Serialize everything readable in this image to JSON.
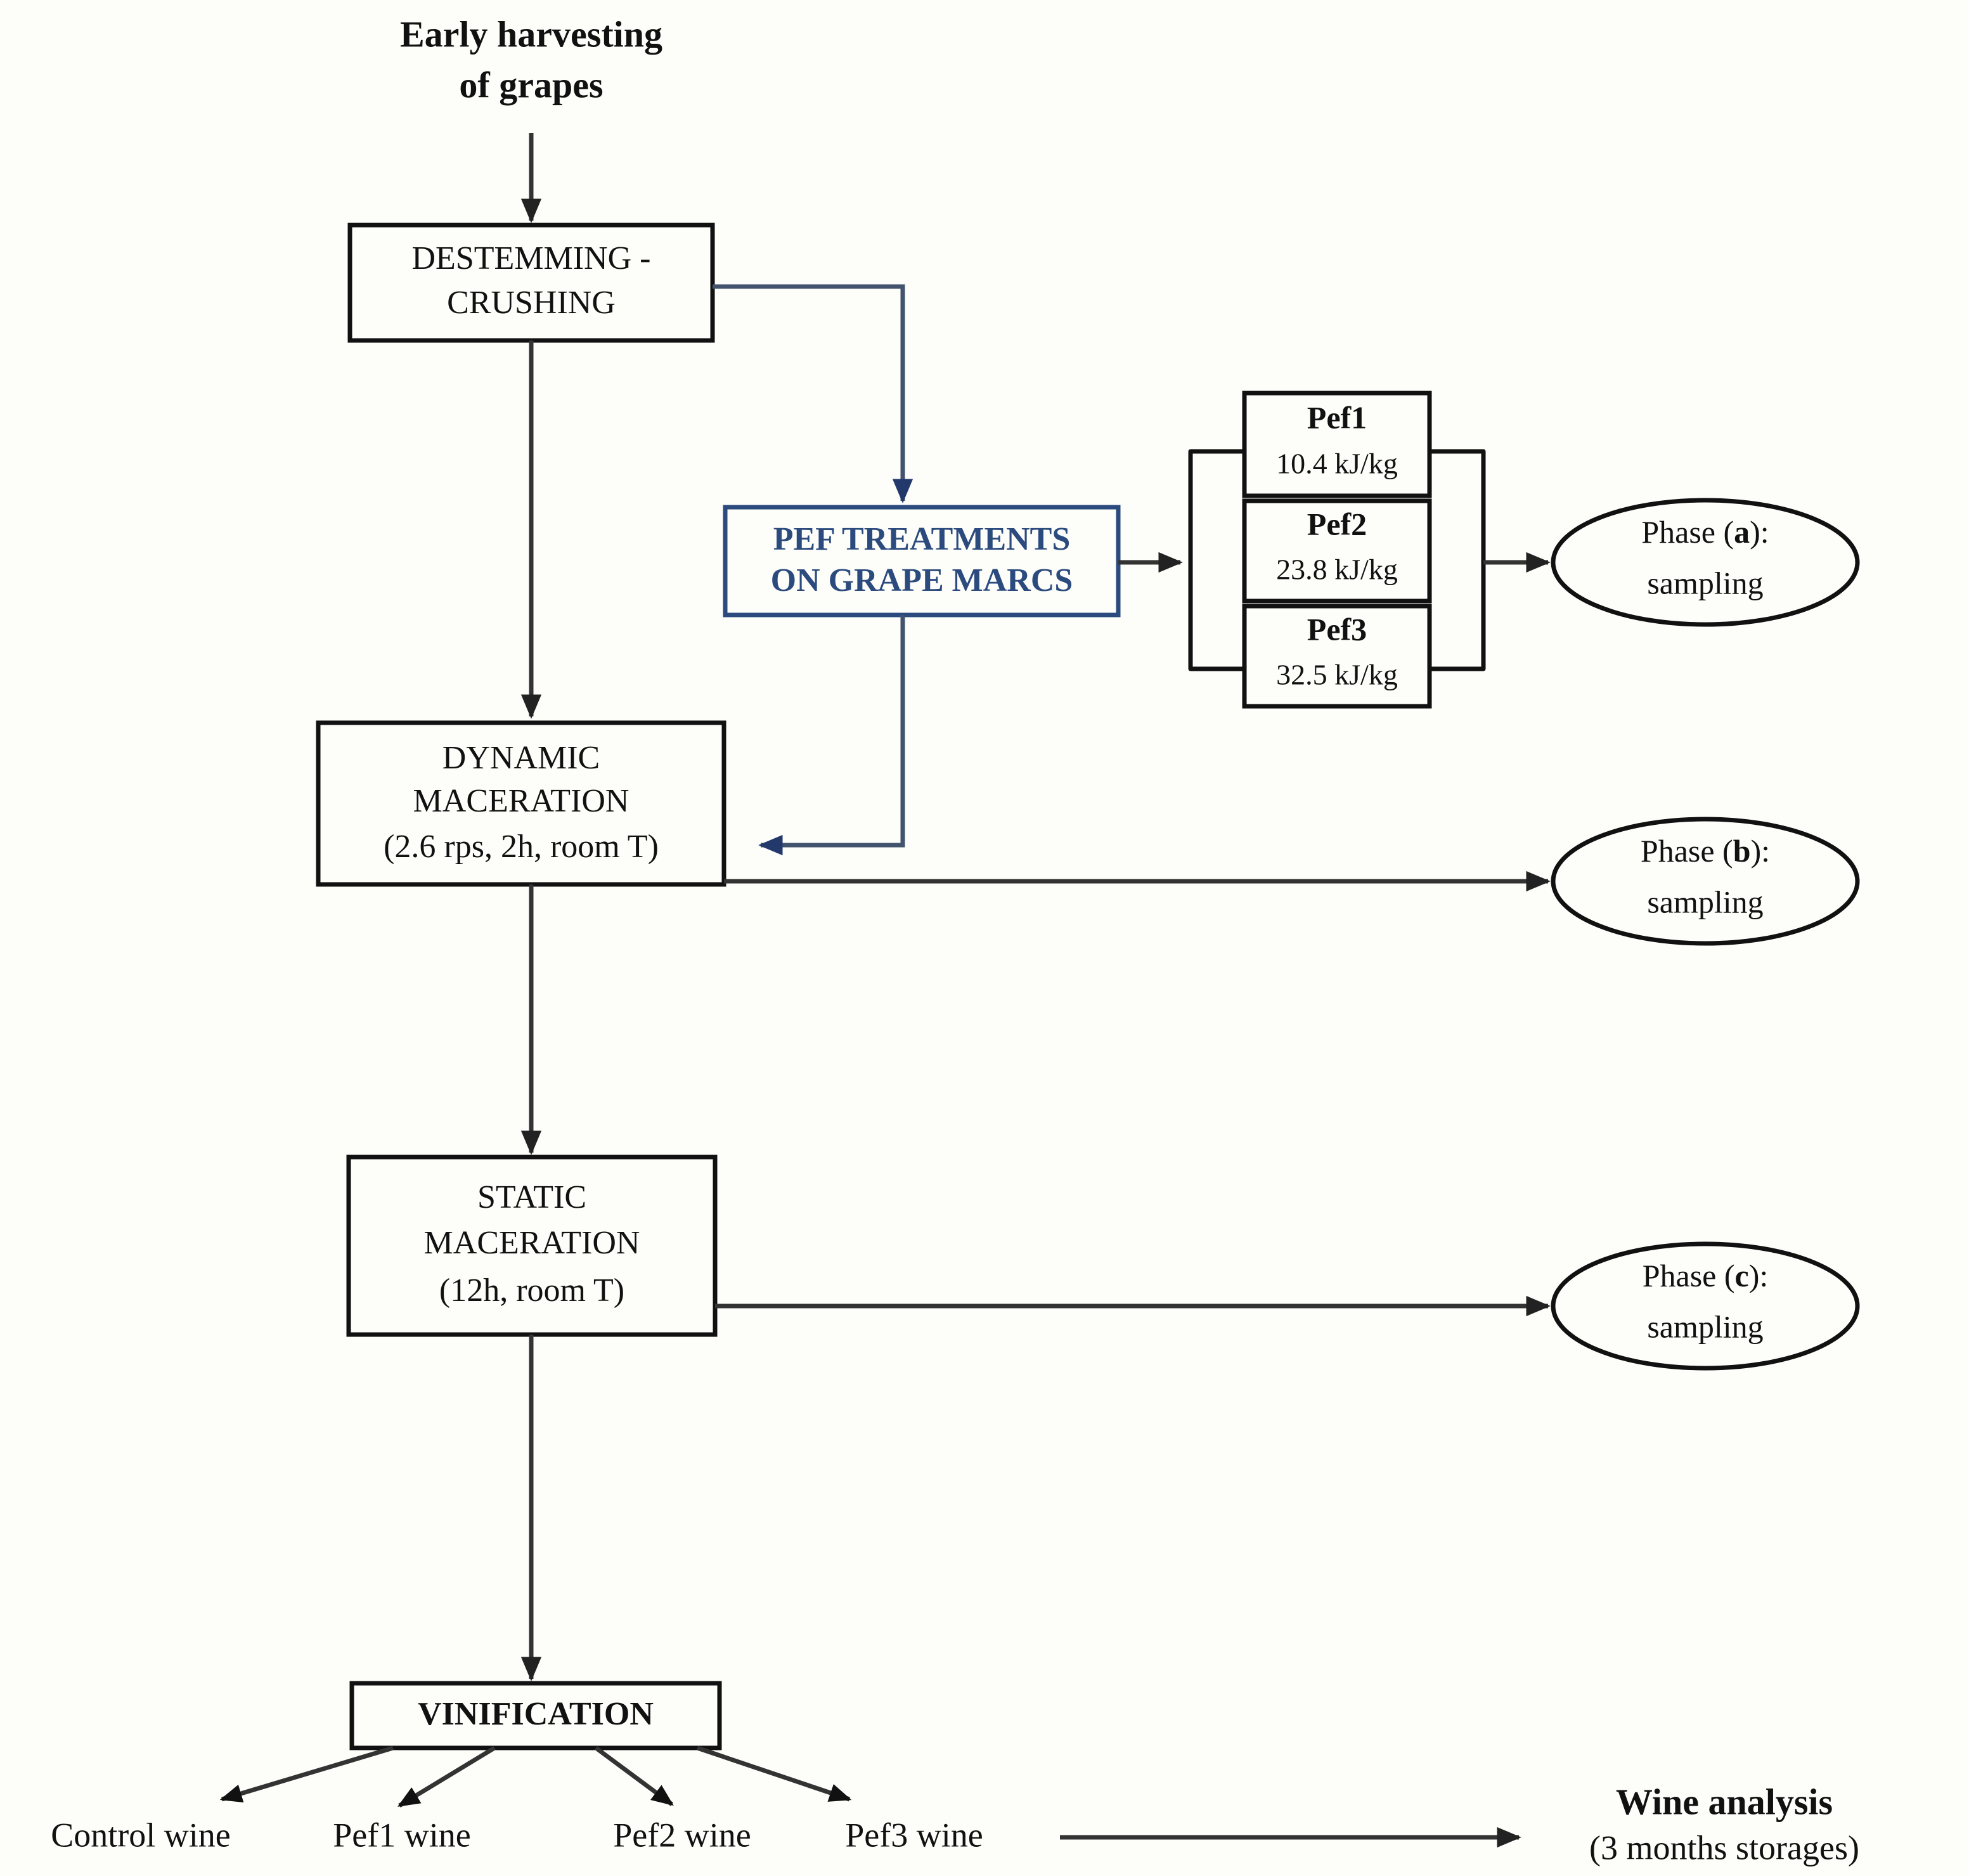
{
  "diagram": {
    "title_node": {
      "line1": "Early harvesting",
      "line2": "of grapes"
    },
    "destemming": {
      "line1": "DESTEMMING -",
      "line2": "CRUSHING"
    },
    "pef_treatments": {
      "line1": "PEF TREATMENTS",
      "line2": "ON GRAPE MARCS",
      "color": "#2b4a7d"
    },
    "pef_levels": [
      {
        "name": "Pef1",
        "dose": "10.4 kJ/kg"
      },
      {
        "name": "Pef2",
        "dose": "23.8 kJ/kg"
      },
      {
        "name": "Pef3",
        "dose": "32.5 kJ/kg"
      }
    ],
    "dynamic_maceration": {
      "line1": "DYNAMIC",
      "line2": "MACERATION",
      "line3": "(2.6 rps, 2h, room T)"
    },
    "static_maceration": {
      "line1": "STATIC",
      "line2": "MACERATION",
      "line3": "(12h, room T)"
    },
    "vinification": {
      "label": "VINIFICATION"
    },
    "phases": [
      {
        "label_prefix": "Phase (",
        "label_letter": "a",
        "label_suffix": "):",
        "line2": "sampling"
      },
      {
        "label_prefix": "Phase (",
        "label_letter": "b",
        "label_suffix": "):",
        "line2": "sampling"
      },
      {
        "label_prefix": "Phase (",
        "label_letter": "c",
        "label_suffix": "):",
        "line2": "sampling"
      }
    ],
    "wines": [
      "Control wine",
      "Pef1 wine",
      "Pef2 wine",
      "Pef3 wine"
    ],
    "wine_analysis": {
      "line1": "Wine analysis",
      "line2": "(3 months storages)"
    },
    "colors": {
      "ink": "#111111",
      "accent_blue": "#2b4a7d",
      "edge": "#333333",
      "edge_blue": "#42536e",
      "paper": "#fdfdfa"
    }
  }
}
